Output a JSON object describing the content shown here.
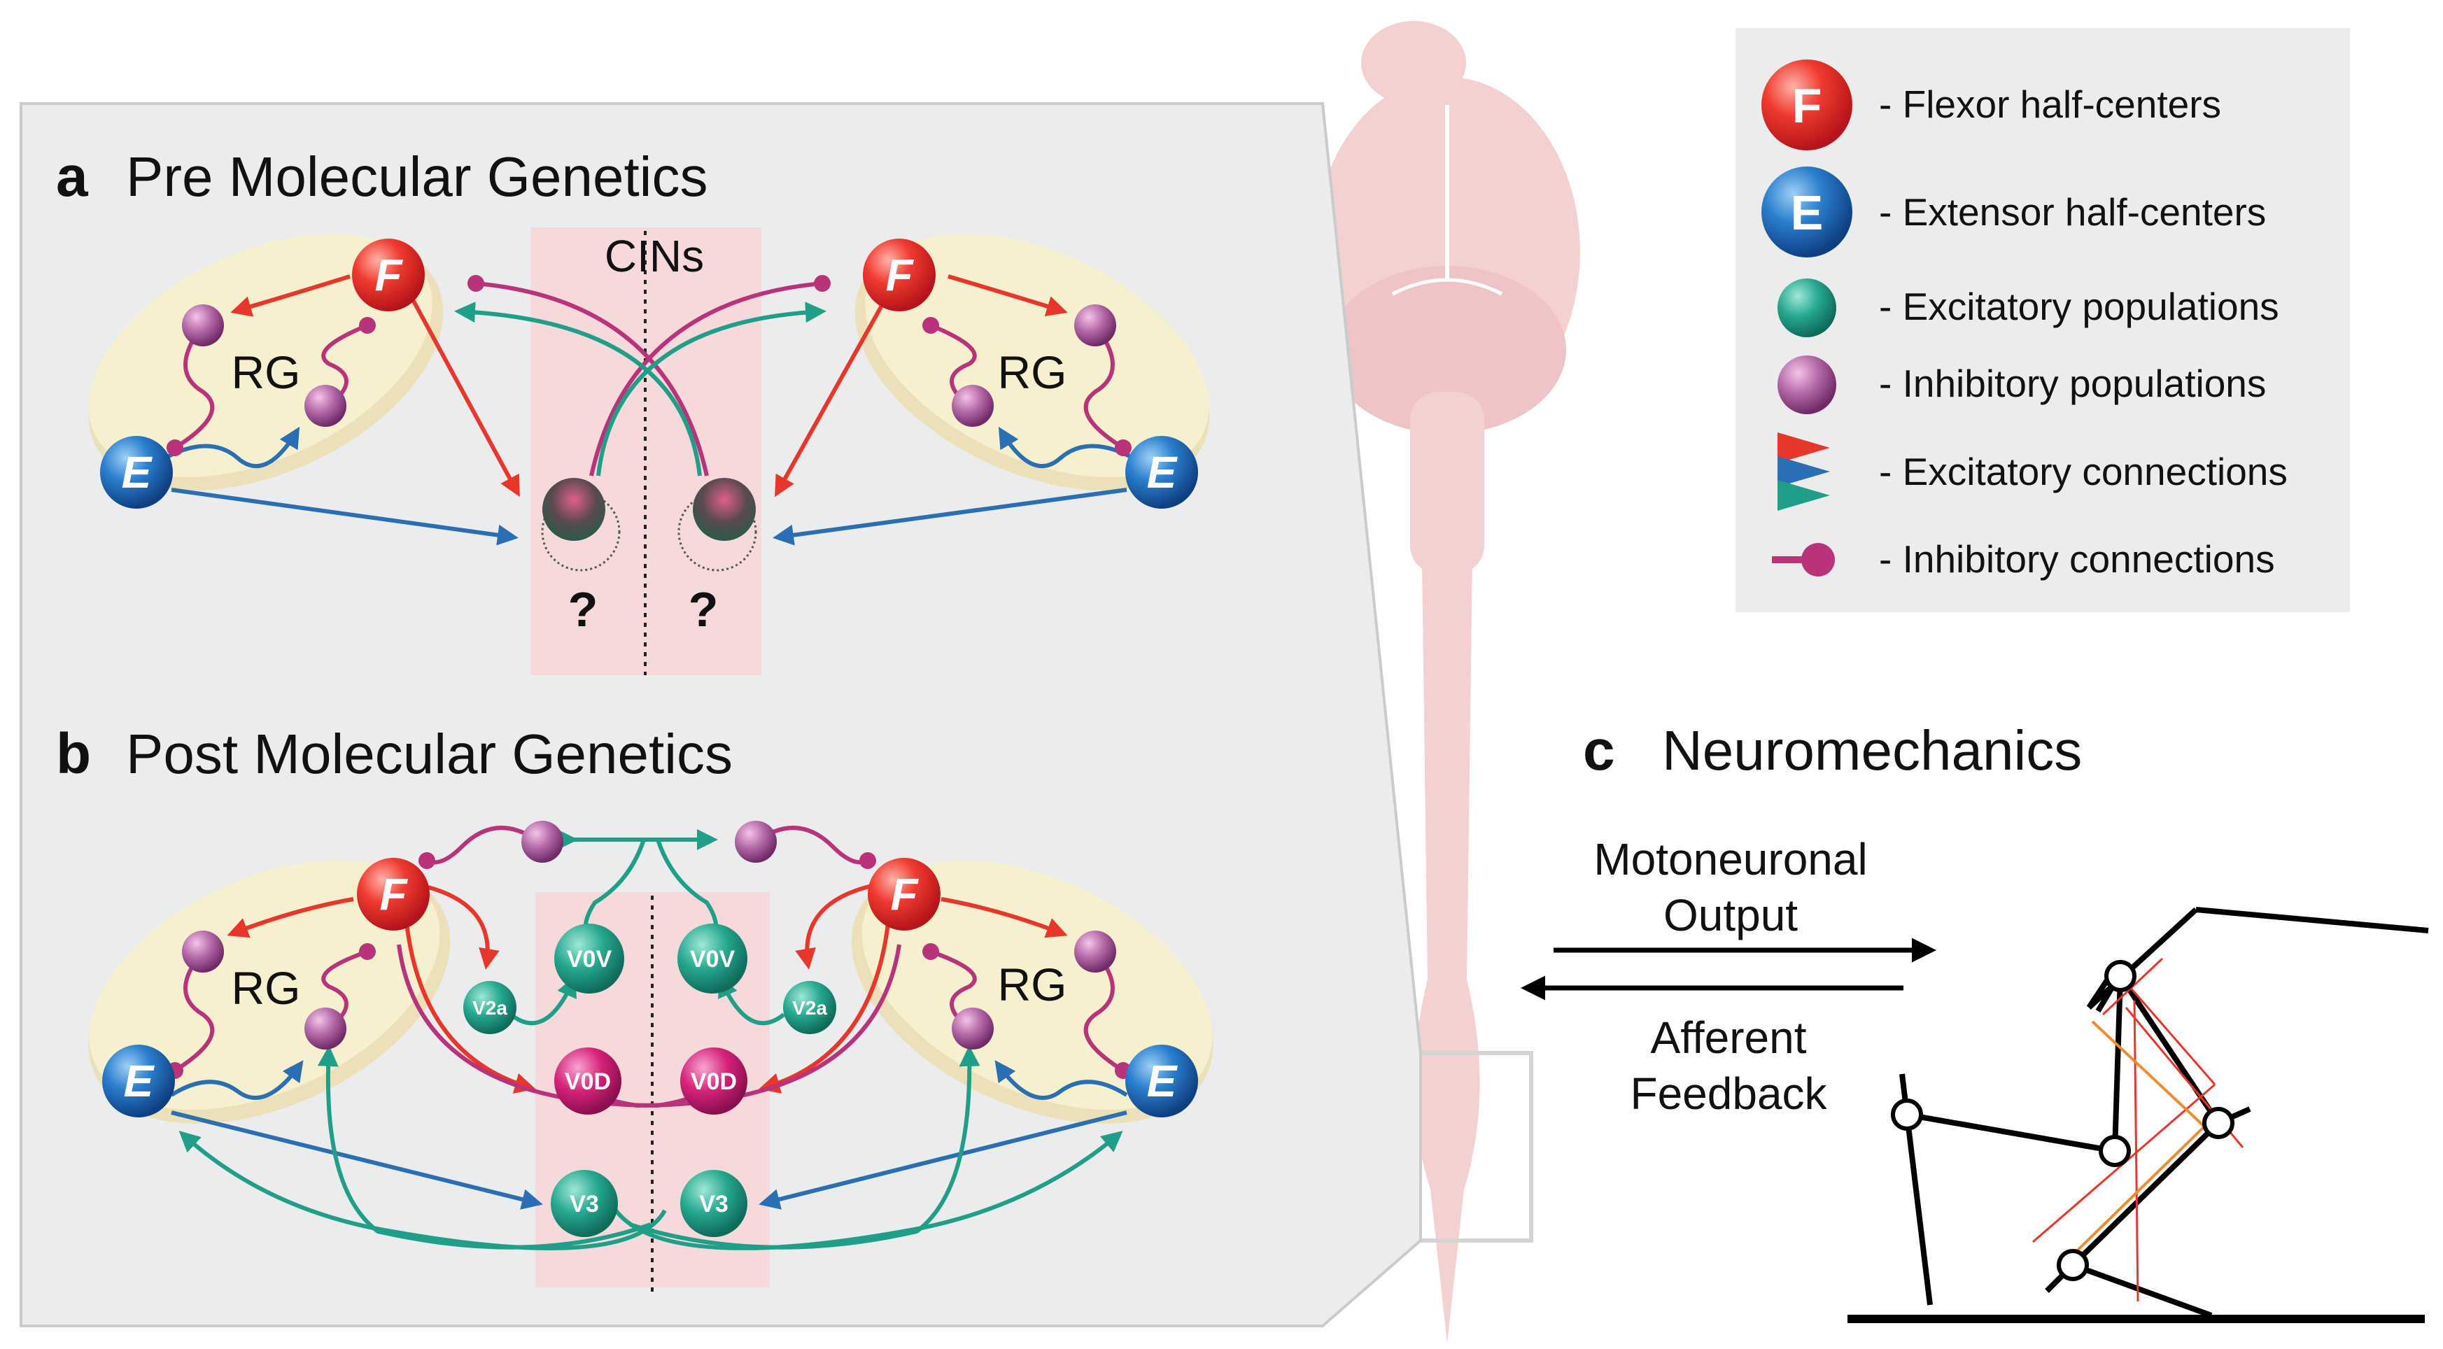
{
  "panels": {
    "a": {
      "letter": "a",
      "title": "Pre Molecular Genetics",
      "rg_left": "RG",
      "rg_right": "RG",
      "cins": "CINs",
      "question_left": "?",
      "question_right": "?"
    },
    "b": {
      "letter": "b",
      "title": "Post Molecular Genetics",
      "rg_left": "RG",
      "rg_right": "RG"
    },
    "c": {
      "letter": "c",
      "title": "Neuromechanics",
      "motoneuronal_line1": "Motoneuronal",
      "motoneuronal_line2": "Output",
      "afferent_line1": "Afferent",
      "afferent_line2": "Feedback"
    }
  },
  "nodes": {
    "flexor": "F",
    "extensor": "E",
    "v0v": "V0V",
    "v0d": "V0D",
    "v2a": "V2a",
    "v3": "V3"
  },
  "legend": [
    {
      "symbol": "F",
      "label": "- Flexor half-centers"
    },
    {
      "symbol": "E",
      "label": "- Extensor half-centers"
    },
    {
      "symbol": "",
      "label": "- Excitatory populations"
    },
    {
      "symbol": "",
      "label": "- Inhibitory populations"
    },
    {
      "symbol": "",
      "label": "- Excitatory connections"
    },
    {
      "symbol": "",
      "label": "- Inhibitory connections"
    }
  ],
  "colors": {
    "flexor": "#e8262a",
    "extensor": "#1e6bb8",
    "excitatory": "#1fa08a",
    "inhibitory": "#b03a80",
    "red_arrow": "#e8362a",
    "blue_arrow": "#2a6fb3",
    "green_arrow": "#1f9e88",
    "magenta": "#b8337a",
    "panel_bg": "#eaeced",
    "rg_fill": "#f7f0cf",
    "cins_fill": "#f6d9da",
    "brain": "#f4d0d1"
  }
}
